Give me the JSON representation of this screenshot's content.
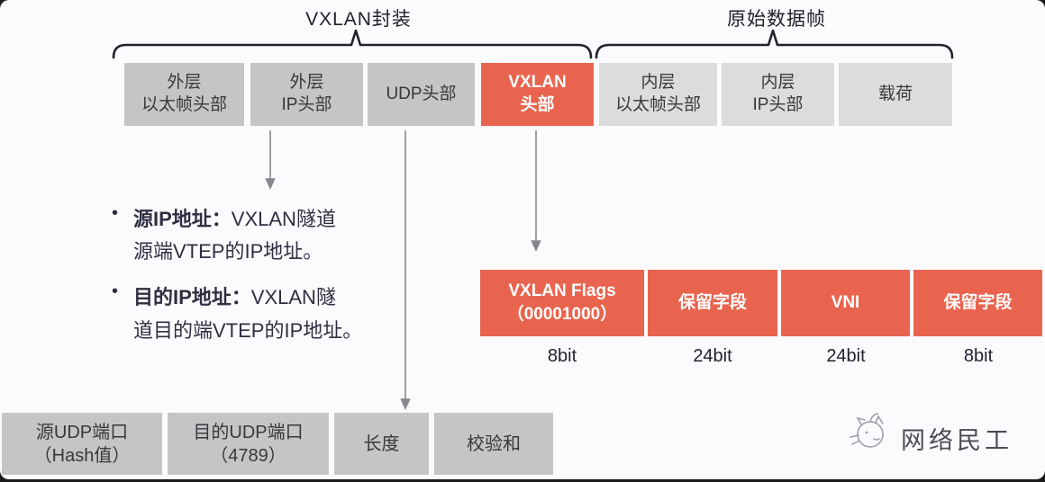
{
  "colors": {
    "page_bg": "#1b1b1d",
    "card_bg": "#fbfbfd",
    "gray_box": "#c5c5c8",
    "light_box": "#dcdcde",
    "red_box": "#e9644e",
    "box_text": "#38383b",
    "red_box_text": "#ffffff",
    "note_text": "#2f2f42",
    "brace": "#23232c",
    "arrow": "#87878f",
    "logo_text": "#4b4b55"
  },
  "braces": {
    "encapsulation_label": "VXLAN封装",
    "original_frame_label": "原始数据帧"
  },
  "packet": {
    "boxes": [
      {
        "line1": "外层",
        "line2": "以太帧头部",
        "variant": "gray"
      },
      {
        "line1": "外层",
        "line2": "IP头部",
        "variant": "gray"
      },
      {
        "line1": "UDP头部",
        "line2": "",
        "variant": "gray"
      },
      {
        "line1": "VXLAN",
        "line2": "头部",
        "variant": "red"
      },
      {
        "line1": "内层",
        "line2": "以太帧头部",
        "variant": "light"
      },
      {
        "line1": "内层",
        "line2": "IP头部",
        "variant": "light"
      },
      {
        "line1": "载荷",
        "line2": "",
        "variant": "light"
      }
    ]
  },
  "ip_notes": [
    {
      "bullet": "•",
      "bold": "源IP地址：",
      "rest": "VXLAN隧道",
      "line2": "源端VTEP的IP地址。"
    },
    {
      "bullet": "•",
      "bold": "目的IP地址：",
      "rest": "VXLAN隧",
      "line2": "道目的端VTEP的IP地址。"
    }
  ],
  "vxlan_header": {
    "fields": [
      {
        "line1": "VXLAN Flags",
        "line2": "（00001000）",
        "bits": "8bit"
      },
      {
        "line1": "保留字段",
        "line2": "",
        "bits": "24bit"
      },
      {
        "line1": "VNI",
        "line2": "",
        "bits": "24bit"
      },
      {
        "line1": "保留字段",
        "line2": "",
        "bits": "8bit"
      }
    ]
  },
  "udp_header": {
    "fields": [
      {
        "line1": "源UDP端口",
        "line2": "（Hash值）"
      },
      {
        "line1": "目的UDP端口",
        "line2": "（4789）"
      },
      {
        "line1": "长度",
        "line2": ""
      },
      {
        "line1": "校验和",
        "line2": ""
      }
    ]
  },
  "logo": {
    "text": "网络民工"
  }
}
